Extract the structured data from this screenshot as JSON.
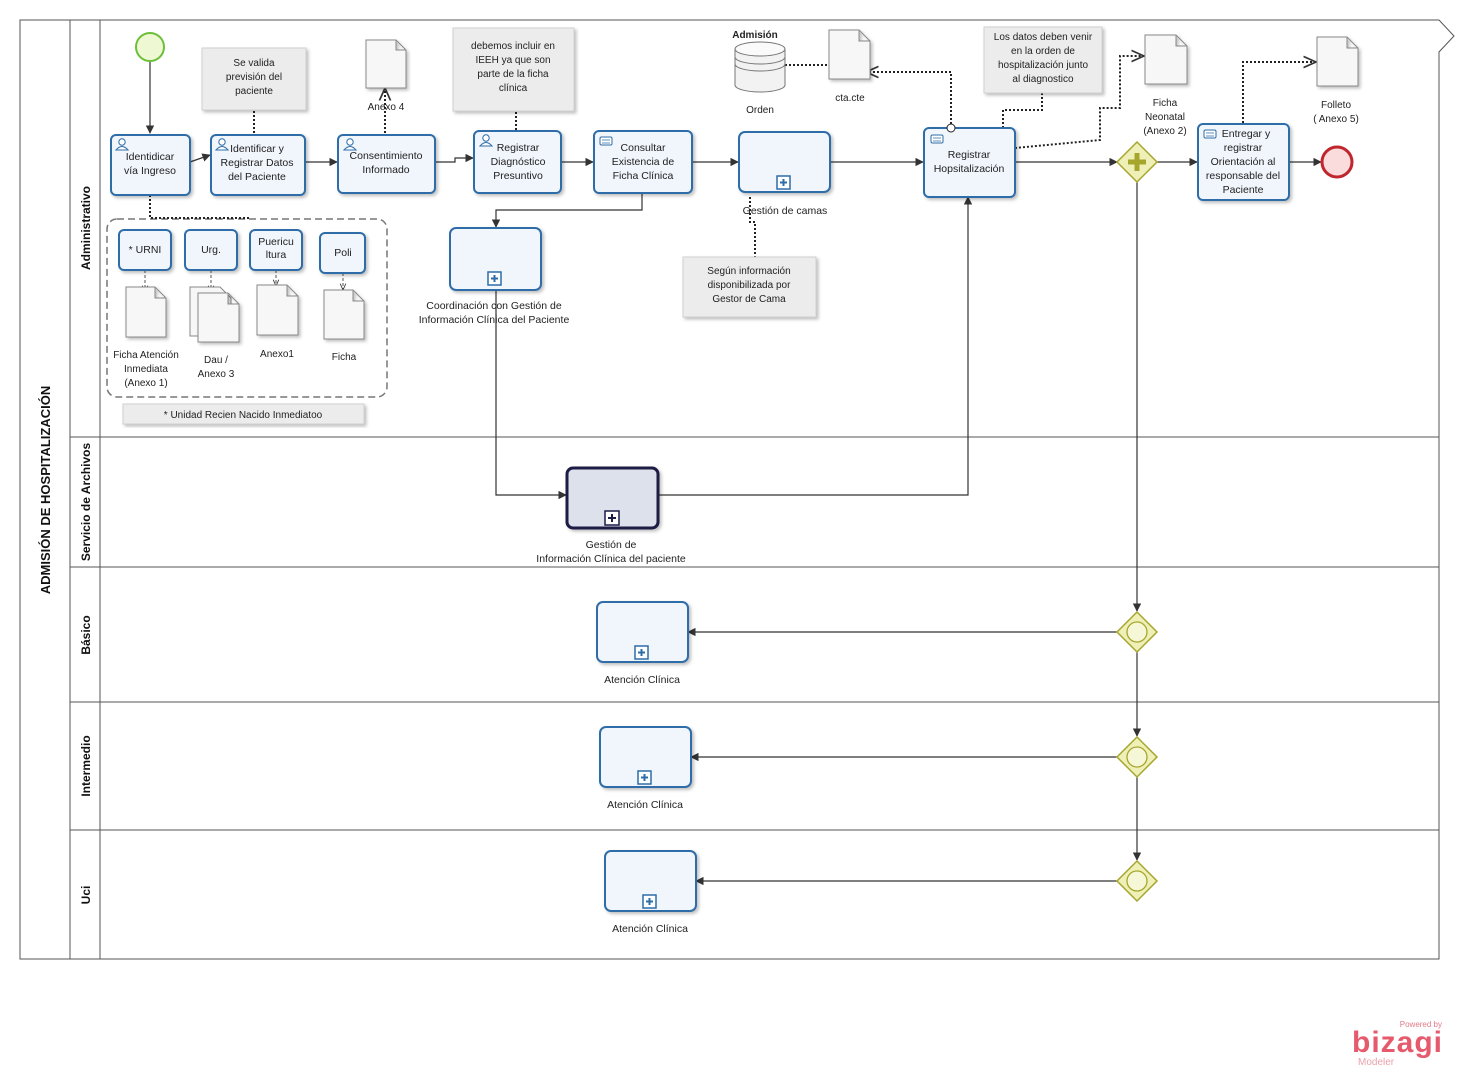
{
  "pool": {
    "title": "ADMISIÓN DE HOSPITALIZACIÓN"
  },
  "lanes": {
    "l1": "Administrativo",
    "l2": "Servicio de Archivos",
    "l3": "Básico",
    "l4": "Intermedio",
    "l5": "Uci"
  },
  "tasks": {
    "t1": [
      "Identidicar",
      "vía Ingreso"
    ],
    "t2": [
      "Identificar y",
      "Registrar Datos",
      "del Paciente"
    ],
    "t3": [
      "Consentimiento",
      "Informado"
    ],
    "t4": [
      "Registrar",
      "Diagnóstico",
      "Presuntivo"
    ],
    "t5": [
      "Consultar",
      "Existencia de",
      "Ficha Clínica"
    ],
    "t6": [
      "Registrar",
      "Hopsitalización"
    ],
    "t7": [
      "Entregar y",
      "registrar",
      "Orientación al",
      "responsable del",
      "Paciente"
    ]
  },
  "subprocesses": {
    "s1": [
      "Gestión de camas"
    ],
    "s2": [
      "Coordinación con Gestión de",
      "Información Clínica del Paciente"
    ],
    "s3": [
      "Gestión de",
      "Información Clínica del paciente"
    ],
    "s4": [
      "Atención Clínica"
    ],
    "s5": [
      "Atención Clínica"
    ],
    "s6": [
      "Atención Clínica"
    ]
  },
  "small_tasks": {
    "k1": [
      "* URNI"
    ],
    "k2": [
      "Urg."
    ],
    "k3": [
      "Puericu",
      "ltura"
    ],
    "k4": [
      "Poli"
    ]
  },
  "annotations": {
    "a1": [
      "Se valida",
      "previsión del",
      "paciente"
    ],
    "a2": [
      "debemos incluir en",
      "IEEH  ya que son",
      "parte de  la ficha",
      "clínica"
    ],
    "a3": [
      "Los datos deben venir",
      "en la orden de",
      "hospitalización junto",
      "al diagnostico"
    ],
    "a4": [
      "Según información",
      "disponibilizada por",
      "Gestor de Cama"
    ],
    "a5": [
      "* Unidad Recien Nacido Inmediatoo"
    ]
  },
  "documents": {
    "d1": [
      "Anexo 4"
    ],
    "d2": [
      "cta.cte"
    ],
    "d3": [
      "Ficha",
      "Neonatal",
      "(Anexo 2)"
    ],
    "d4": [
      "Folleto",
      "( Anexo 5)"
    ],
    "d5": [
      "Ficha Atención",
      "Inmediata",
      "(Anexo 1)"
    ],
    "d6": [
      "Dau  /",
      "Anexo 3"
    ],
    "d7": [
      "Anexo1"
    ],
    "d8": [
      "Ficha"
    ]
  },
  "datastore": {
    "title": "Admisión",
    "label": "Orden"
  },
  "branding": {
    "powered": "Powered by",
    "brand": "bizagi",
    "product": "Modeler"
  },
  "colors": {
    "task_border": "#2d6da8",
    "task_fill": "#f1f5fc",
    "gateway": "#a6a62c",
    "start": "#6dbf3a",
    "end": "#c0262e"
  }
}
